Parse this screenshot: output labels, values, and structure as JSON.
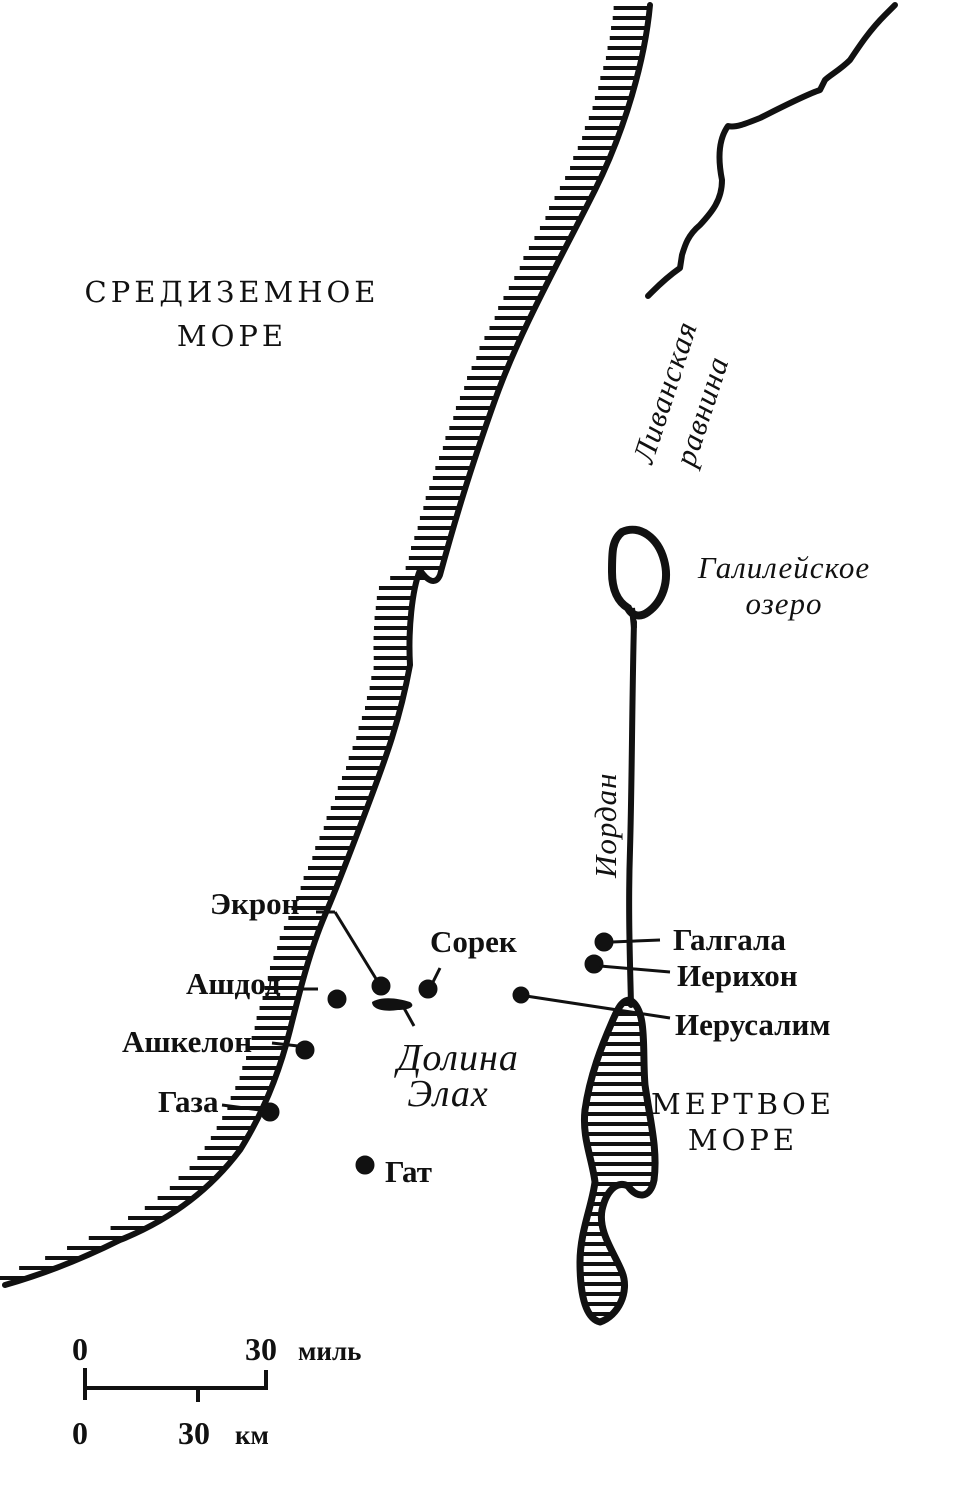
{
  "map": {
    "seas": {
      "mediterranean_line1": "СРЕДИЗЕМНОЕ",
      "mediterranean_line2": "МОРЕ",
      "dead_sea_line1": "МЕРТВОЕ",
      "dead_sea_line2": "МОРЕ"
    },
    "regions": {
      "lebanon_line1": "Ливанская",
      "lebanon_line2": "равнина",
      "galilee_line1": "Галилейское",
      "galilee_line2": "озеро",
      "jordan": "Иордан",
      "valley_line1": "Долина",
      "valley_line2": "Элах"
    },
    "cities": {
      "ekron": "Экрон",
      "ashdod": "Ашдод",
      "ashkelon": "Ашкелон",
      "gaza": "Газа",
      "gath": "Гат",
      "sorek": "Сорек",
      "gilgal": "Галгала",
      "jericho": "Иерихон",
      "jerusalem": "Иерусалим"
    },
    "scale": {
      "miles_zero": "0",
      "miles_value": "30",
      "miles_unit": "миль",
      "km_zero": "0",
      "km_value": "30",
      "km_unit": "км"
    }
  },
  "colors": {
    "ink": "#111111",
    "paper": "#ffffff"
  }
}
